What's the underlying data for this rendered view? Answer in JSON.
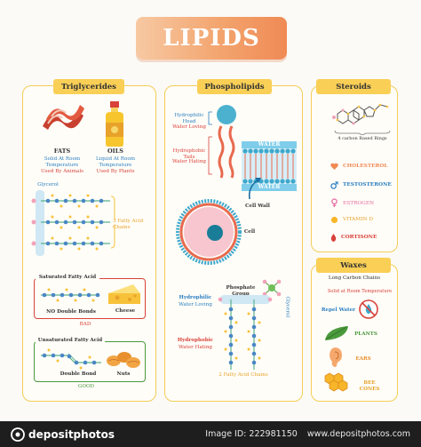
{
  "title": "LIPIDS",
  "panels": {
    "triglycerides": {
      "heading": "Triglycerides",
      "fats": {
        "name": "FATS",
        "desc": "Solid At Room Temperature",
        "source": "Used By Animals"
      },
      "oils": {
        "name": "OILS",
        "desc": "Liquid At Room Temperature",
        "source": "Used By Plants"
      },
      "glycerol": "Glycerol",
      "fatty_acid_chains": "3 Fatty Acid Chains",
      "saturated": {
        "heading": "Saturated Fatty Acid",
        "note": "NO Double Bonds",
        "example": "Cheese",
        "verdict": "BAD"
      },
      "unsaturated": {
        "heading": "Unsaturated Fatty Acid",
        "note": "Double Bond",
        "example": "Nuts",
        "verdict": "GOOD"
      }
    },
    "phospholipids": {
      "heading": "Phospholipids",
      "head": {
        "name": "Hydrophilic Head",
        "desc": "Water Loving"
      },
      "tails": {
        "name": "Hydrophobic Tails",
        "desc": "Water Hating"
      },
      "water_top": "WATER",
      "water_bottom": "WATER",
      "cell_wall": "Cell Wall",
      "cell": "Cell",
      "phosphate_group": "Phosphate Group",
      "hydrophilic": {
        "name": "Hydrophilic",
        "desc": "Water Loving"
      },
      "hydrophobic": {
        "name": "Hydrophobic",
        "desc": "Water Hating"
      },
      "glycerol": "Glycerol",
      "fatty_acid_chains": "2 Fatty Acid Chains"
    },
    "steroids": {
      "heading": "Steroids",
      "rings": "4 carbon Based Rings",
      "items": [
        "CHOLESTEROL",
        "TESTOSTERONE",
        "ESTROGEN",
        "VITAMIN D",
        "CORTISONE"
      ]
    },
    "waxes": {
      "heading": "Waxes",
      "chains": "Long Carbon Chains",
      "solid": "Solid at Room Temperature",
      "repel": "Repel Water",
      "items": [
        "PLANTS",
        "EARS",
        "BEE CONES"
      ]
    }
  },
  "footer": {
    "brand": "depositphotos",
    "image_label": "Image ID:",
    "image_id": "222981150",
    "site": "www.depositphotos.com"
  },
  "colors": {
    "accent": "#f9cf56",
    "blue": "#2a7fc1",
    "red": "#d8423a",
    "green": "#4a9a3c",
    "orange": "#f08a55"
  }
}
